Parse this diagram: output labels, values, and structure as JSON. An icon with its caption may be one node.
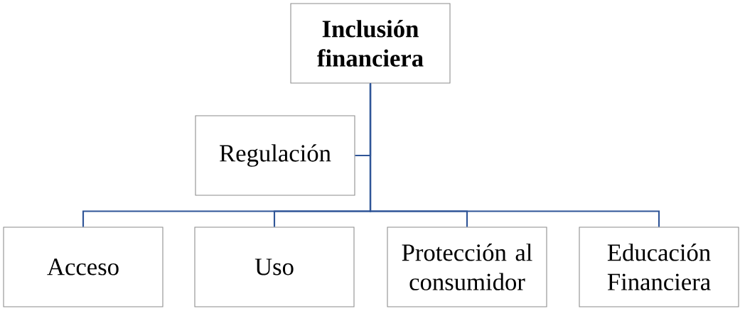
{
  "diagram": {
    "nodes": [
      {
        "text": [
          "Inclusión financiera"
        ]
      },
      {
        "text": [
          "Regulación"
        ]
      },
      {
        "text": [
          "Acceso"
        ]
      },
      {
        "text": [
          "Uso"
        ]
      },
      {
        "text": [
          "Protección al consumidor"
        ]
      },
      {
        "text": [
          "Educación Financiera"
        ]
      }
    ],
    "edges": [
      {
        "from": 0,
        "to": 1,
        "arrow": "none"
      },
      {
        "from": 0,
        "to": 2,
        "arrow": "none"
      },
      {
        "from": 0,
        "to": 3,
        "arrow": "none"
      },
      {
        "from": 0,
        "to": 4,
        "arrow": "none"
      },
      {
        "from": 0,
        "to": 5,
        "arrow": "none"
      }
    ]
  }
}
